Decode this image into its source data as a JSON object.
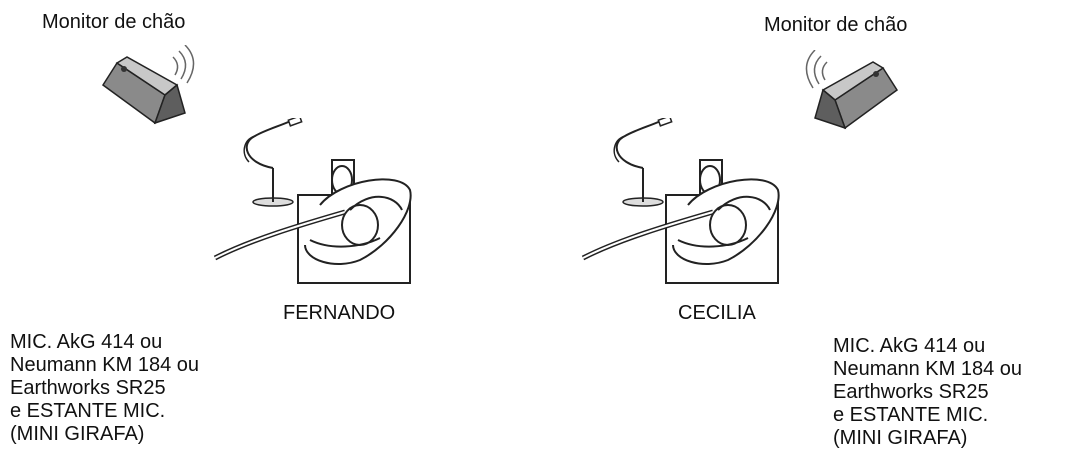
{
  "left": {
    "monitor_label": "Monitor de chão",
    "performer": "FERNANDO",
    "mic_spec": [
      "MIC. AkG 414 ou",
      "Neumann KM 184 ou",
      "Earthworks SR25",
      "e ESTANTE MIC.",
      "(MINI GIRAFA)"
    ]
  },
  "right": {
    "monitor_label": "Monitor de chão",
    "performer": "CECILIA",
    "mic_spec": [
      "MIC. AkG 414 ou",
      "Neumann KM 184 ou",
      "Earthworks SR25",
      "e ESTANTE MIC.",
      "(MINI GIRAFA)"
    ]
  },
  "icons": {
    "monitor": "floor-monitor-icon",
    "microphone": "mini-giraffe-mic-stand-icon",
    "musician": "seated-cellist-icon"
  }
}
